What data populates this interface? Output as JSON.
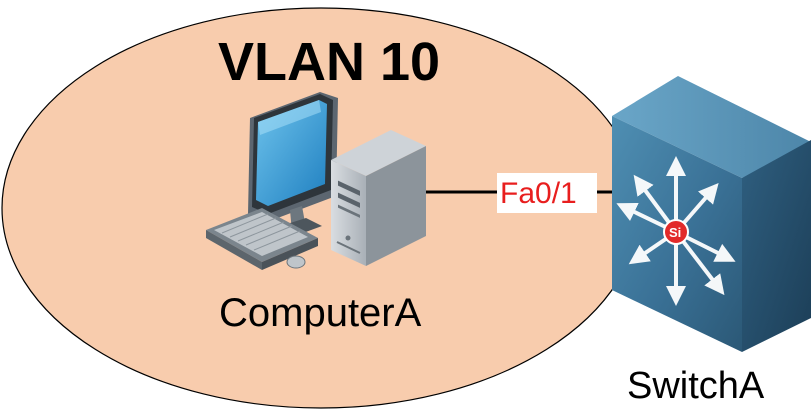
{
  "diagram": {
    "vlan": {
      "label": "VLAN 10",
      "fill_color": "#F8CCAD",
      "stroke_color": "#000000"
    },
    "computer": {
      "label": "ComputerA",
      "icon": "desktop-computer-icon"
    },
    "switch": {
      "label": "SwitchA",
      "icon": "multilayer-switch-icon",
      "badge": "Si"
    },
    "link": {
      "port_label": "Fa0/1",
      "port_color": "#E81E1E",
      "line_color": "#000000"
    }
  }
}
